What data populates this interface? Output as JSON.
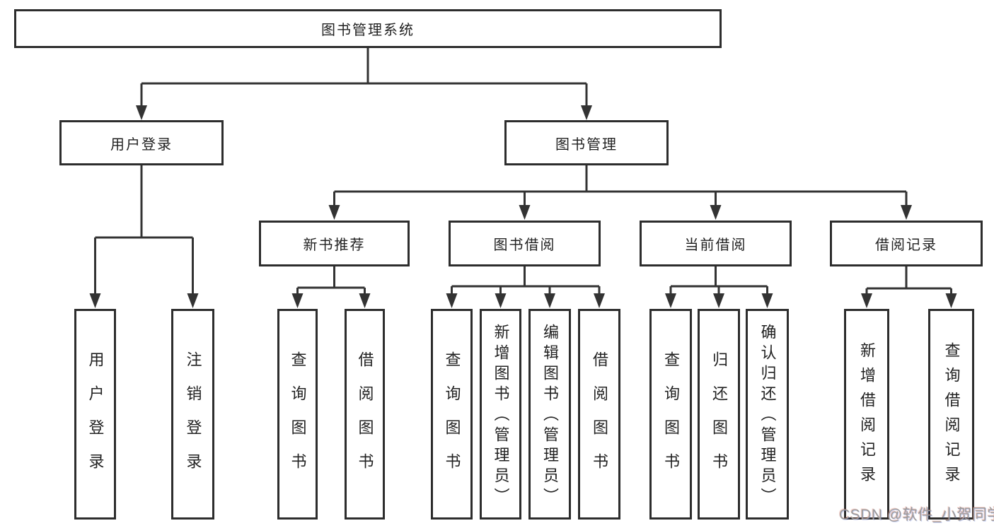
{
  "diagram": {
    "root": {
      "label": "图书管理系统"
    },
    "level2": [
      {
        "label": "用户登录"
      },
      {
        "label": "图书管理"
      }
    ],
    "level3": [
      {
        "label": "新书推荐"
      },
      {
        "label": "图书借阅"
      },
      {
        "label": "当前借阅"
      },
      {
        "label": "借阅记录"
      }
    ],
    "leaves": {
      "user_login": [
        "用户登录",
        "注销登录"
      ],
      "new_book": [
        "查询图书",
        "借阅图书"
      ],
      "book_borrow": [
        "查询图书",
        "新增图书（管理员）",
        "编辑图书（管理员）",
        "借阅图书"
      ],
      "current_borrow": [
        "查询图书",
        "归还图书",
        "确认归还（管理员）"
      ],
      "borrow_records": [
        "新增借阅记录",
        "查询借阅记录"
      ]
    }
  },
  "watermark": {
    "text": "CSDN @软件_小贺同学",
    "color": "#9b9b9b"
  },
  "colors": {
    "line": "#333333",
    "box_border": "#2d2d2d",
    "text": "#222222",
    "background": "#ffffff"
  }
}
